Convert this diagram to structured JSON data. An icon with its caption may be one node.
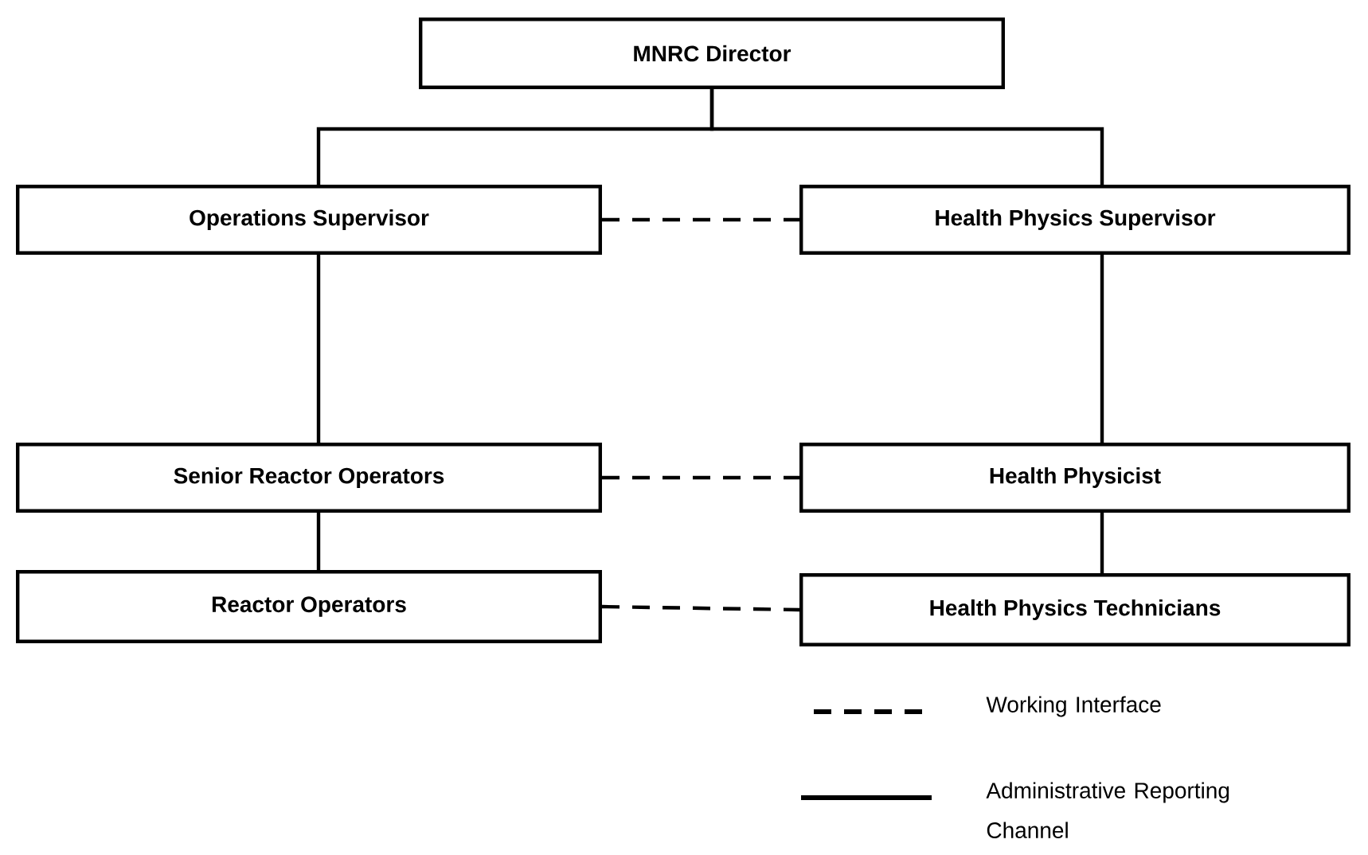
{
  "diagram": {
    "nodes": [
      {
        "text": [
          "MNRC Director"
        ]
      },
      {
        "text": [
          "Operations Supervisor"
        ]
      },
      {
        "text": [
          "Health Physics Supervisor"
        ]
      },
      {
        "text": [
          "Senior Reactor Operators"
        ]
      },
      {
        "text": [
          "Health Physicist"
        ]
      },
      {
        "text": [
          "Reactor Operators"
        ]
      },
      {
        "text": [
          "Health Physics Technicians"
        ]
      }
    ],
    "edges": [
      {
        "from": 0,
        "to": 1,
        "arrow": "none"
      },
      {
        "from": 0,
        "to": 2,
        "arrow": "none"
      },
      {
        "from": 1,
        "to": 2,
        "arrow": "none",
        "style": "dashed"
      },
      {
        "from": 1,
        "to": 3,
        "arrow": "none"
      },
      {
        "from": 2,
        "to": 4,
        "arrow": "none"
      },
      {
        "from": 3,
        "to": 4,
        "arrow": "none",
        "style": "dashed"
      },
      {
        "from": 3,
        "to": 5,
        "arrow": "none"
      },
      {
        "from": 4,
        "to": 6,
        "arrow": "none"
      },
      {
        "from": 5,
        "to": 6,
        "arrow": "none",
        "style": "dashed"
      }
    ],
    "legend": [
      {
        "text": "Working Interface"
      },
      {
        "text": "Administrative Reporting Channel"
      }
    ]
  }
}
